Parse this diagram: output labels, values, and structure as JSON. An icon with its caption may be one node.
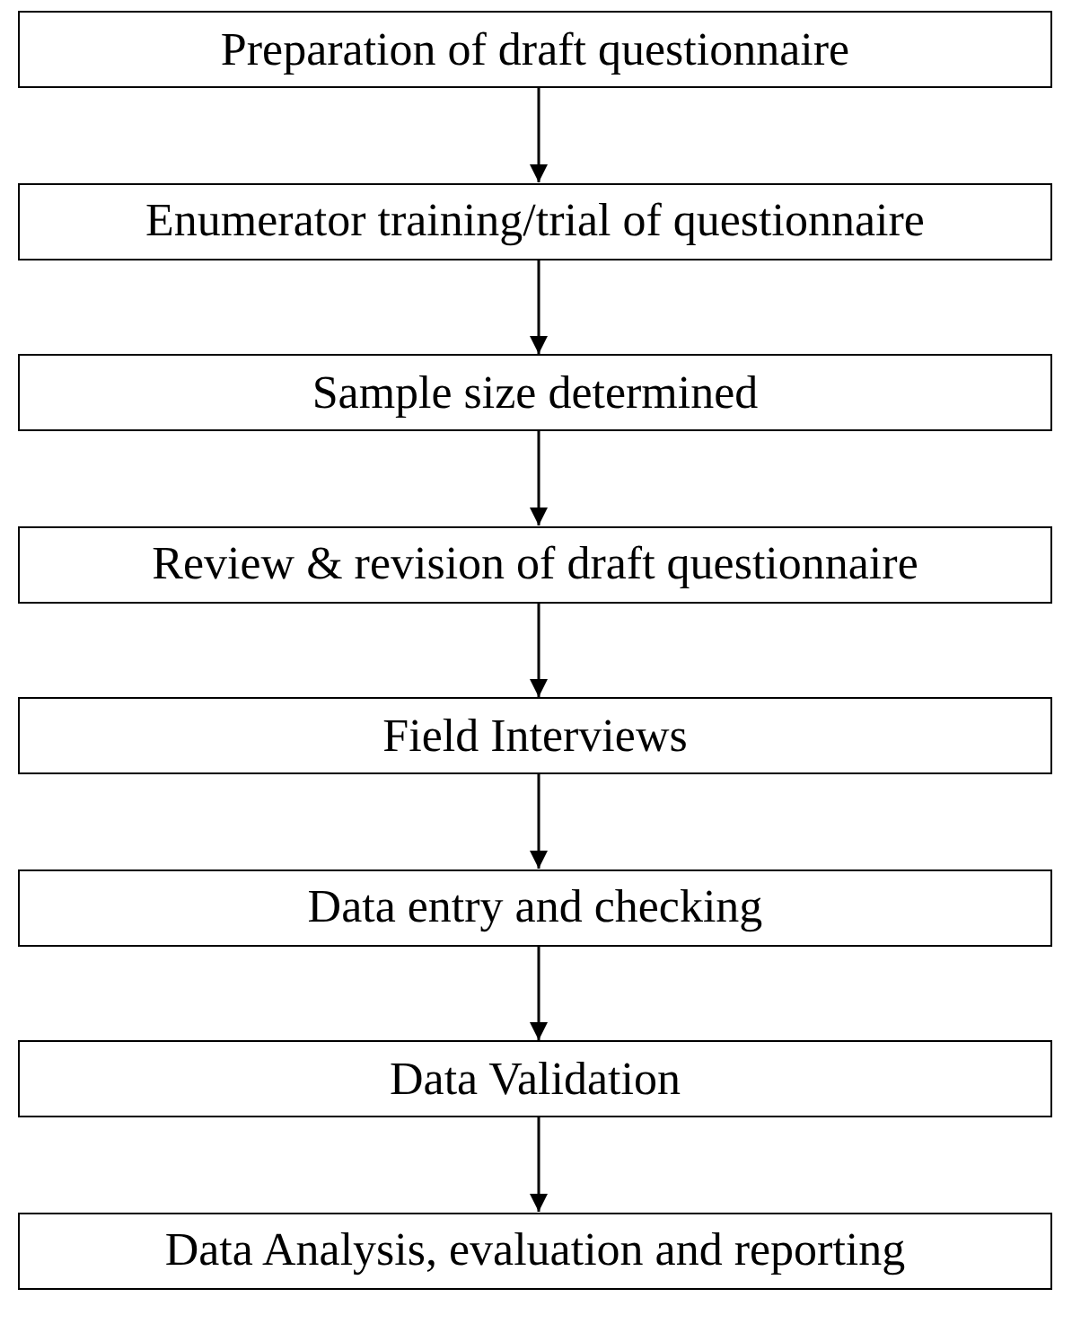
{
  "diagram": {
    "nodes": [
      {
        "text": [
          "Preparation of draft questionnaire"
        ]
      },
      {
        "text": [
          "Enumerator training/trial of questionnaire"
        ]
      },
      {
        "text": [
          "Sample size determined"
        ]
      },
      {
        "text": [
          "Review & revision of draft questionnaire"
        ]
      },
      {
        "text": [
          "Field Interviews"
        ]
      },
      {
        "text": [
          "Data entry and checking"
        ]
      },
      {
        "text": [
          "Data Validation"
        ]
      },
      {
        "text": [
          "Data Analysis, evaluation and reporting"
        ]
      }
    ],
    "edges": [
      {
        "from": 0,
        "to": 1,
        "arrow": "to"
      },
      {
        "from": 1,
        "to": 2,
        "arrow": "to"
      },
      {
        "from": 2,
        "to": 3,
        "arrow": "to"
      },
      {
        "from": 3,
        "to": 4,
        "arrow": "to"
      },
      {
        "from": 4,
        "to": 5,
        "arrow": "to"
      },
      {
        "from": 5,
        "to": 6,
        "arrow": "to"
      },
      {
        "from": 6,
        "to": 7,
        "arrow": "to"
      }
    ]
  }
}
